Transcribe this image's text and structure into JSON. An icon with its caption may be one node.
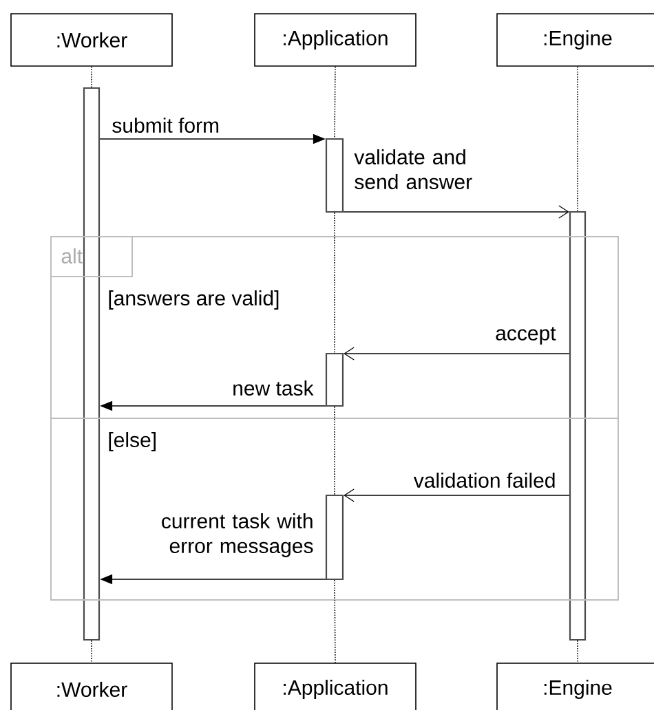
{
  "diagram": {
    "nodes": [
      {
        "text": [
          ":Worker"
        ]
      },
      {
        "text": [
          ":Application"
        ]
      },
      {
        "text": [
          ":Engine"
        ]
      },
      {
        "text": [],
        "shape": "bar"
      },
      {
        "text": [],
        "shape": "bar"
      },
      {
        "text": [],
        "shape": "bar"
      },
      {
        "text": [
          "alt",
          "[answers are valid]",
          "[else]"
        ]
      },
      {
        "text": [],
        "shape": "bar",
        "in": 6
      },
      {
        "text": [],
        "shape": "bar",
        "in": 6
      },
      {
        "text": [
          ":Worker"
        ]
      },
      {
        "text": [
          ":Application"
        ]
      },
      {
        "text": [
          ":Engine"
        ]
      }
    ],
    "edges": [
      {
        "from": 0,
        "to": 3,
        "arrow": "none",
        "style": "dashed"
      },
      {
        "from": 3,
        "to": 9,
        "arrow": "none",
        "style": "dashed"
      },
      {
        "from": 1,
        "to": 4,
        "arrow": "none",
        "style": "dashed"
      },
      {
        "from": 4,
        "to": 7,
        "arrow": "none",
        "style": "dashed"
      },
      {
        "from": 7,
        "to": 8,
        "arrow": "none",
        "style": "dashed"
      },
      {
        "from": 8,
        "to": 10,
        "arrow": "none",
        "style": "dashed"
      },
      {
        "from": 2,
        "to": 5,
        "arrow": "none",
        "style": "dashed"
      },
      {
        "from": 5,
        "to": 11,
        "arrow": "none",
        "style": "dashed"
      },
      {
        "from": 3,
        "to": 4,
        "arrow": "to",
        "label": "submit form"
      },
      {
        "from": 4,
        "to": 5,
        "arrow": "to",
        "label": "validate and send answer"
      },
      {
        "from": 5,
        "to": 7,
        "arrow": "to",
        "label": "accept"
      },
      {
        "from": 7,
        "to": 3,
        "arrow": "to",
        "label": "new task"
      },
      {
        "from": 5,
        "to": 8,
        "arrow": "to",
        "label": "validation failed"
      },
      {
        "from": 8,
        "to": 3,
        "arrow": "to",
        "label": "current task with error messages"
      }
    ]
  }
}
